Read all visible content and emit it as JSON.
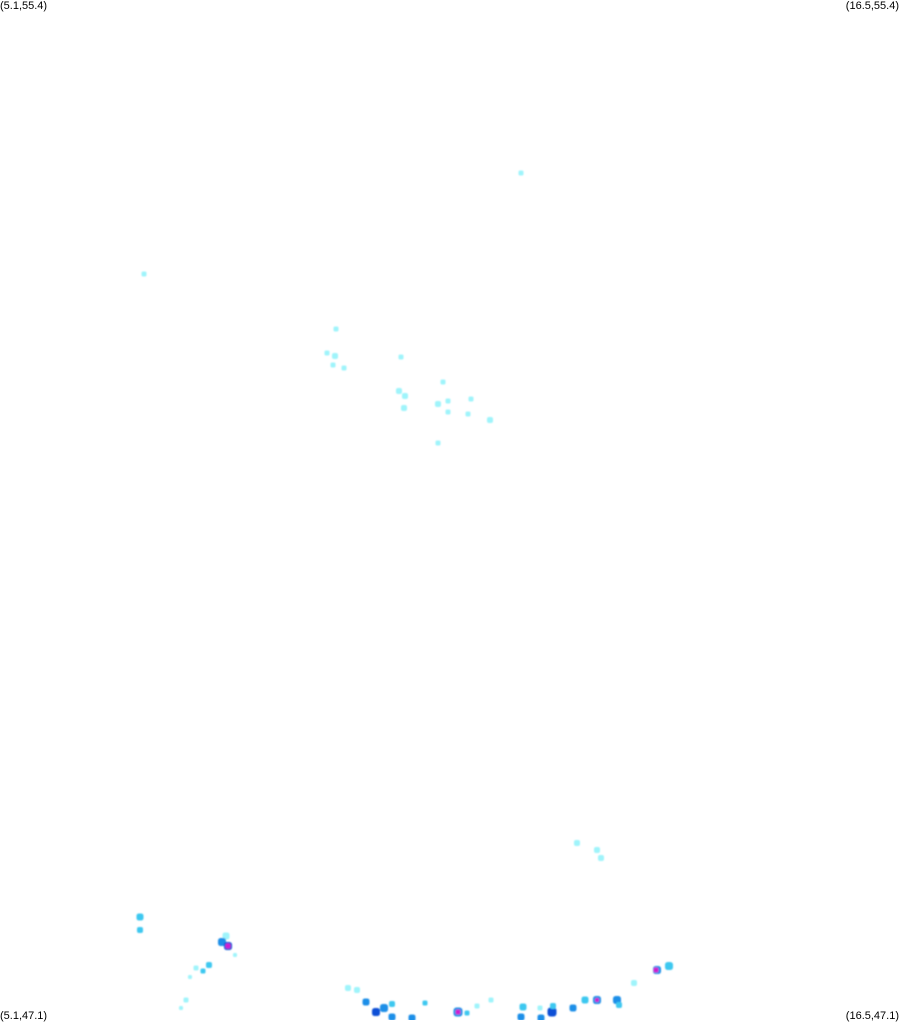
{
  "map": {
    "corners": {
      "top_left": "(5.1,55.4)",
      "top_right": "(16.5,55.4)",
      "bottom_left": "(5.1,47.1)",
      "bottom_right": "(16.5,47.1)"
    },
    "colors": {
      "background": "#ffffff",
      "low": "#9ff4fb",
      "low_mid": "#3cc8f0",
      "mid": "#1a8fe8",
      "high": "#0a4fd6",
      "peak": "#d01ad0"
    }
  }
}
